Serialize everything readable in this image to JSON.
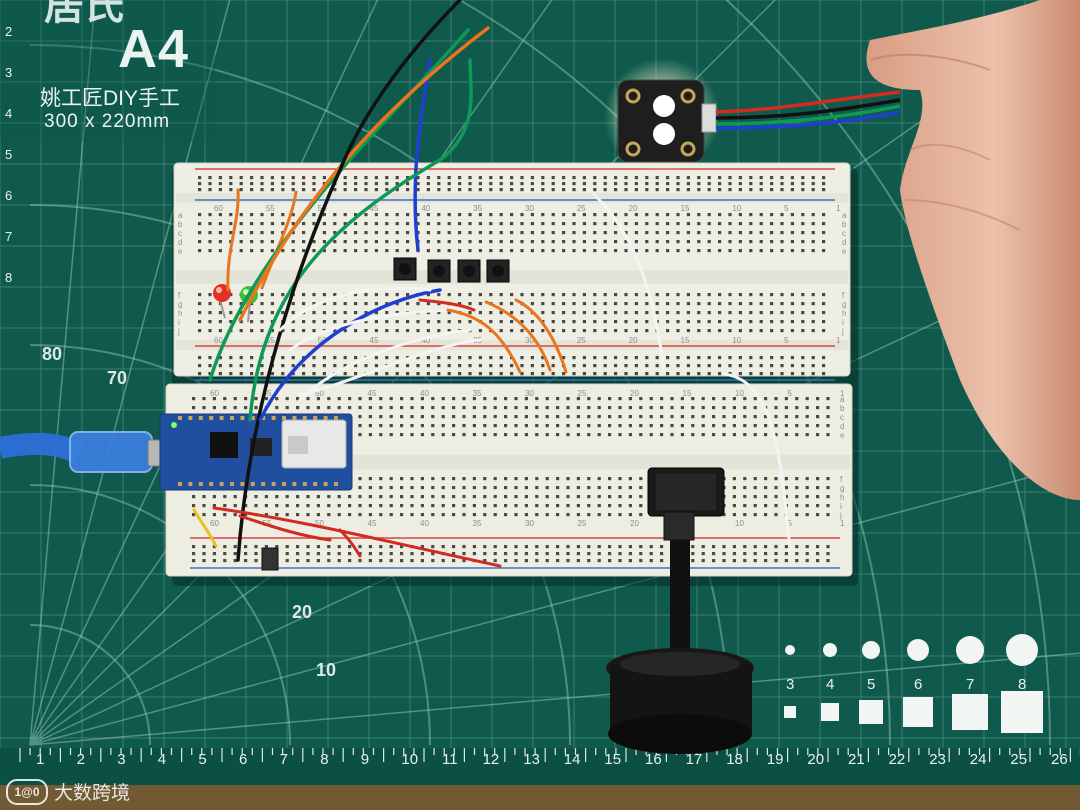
{
  "mat": {
    "brand_top": "居氏",
    "brand_large": "A4",
    "brand_sub": "姚工匠DIY手工",
    "brand_size": "300 x 220mm",
    "degree_labels": [
      "80",
      "70",
      "20",
      "10"
    ],
    "side_numbers": [
      "2",
      "3",
      "4",
      "5",
      "6",
      "7",
      "8"
    ],
    "ruler_numbers": [
      "1",
      "2",
      "3",
      "4",
      "5",
      "6",
      "7",
      "8",
      "9",
      "10",
      "11",
      "12",
      "13",
      "14",
      "15",
      "16",
      "17",
      "18",
      "19",
      "20",
      "21",
      "22",
      "23",
      "24",
      "25",
      "26"
    ],
    "hole_sizes": [
      "3",
      "4",
      "5",
      "6",
      "7",
      "8"
    ]
  },
  "breadboard": {
    "upper_numbers": [
      "60",
      "55",
      "50",
      "45",
      "40",
      "35",
      "30",
      "25",
      "20",
      "15",
      "10",
      "5",
      "1"
    ],
    "lower_numbers": [
      "60",
      "55",
      "50",
      "45",
      "40",
      "35",
      "30",
      "25",
      "20",
      "15",
      "10",
      "5",
      "1"
    ],
    "row_letters_top": [
      "a",
      "b",
      "c",
      "d",
      "e"
    ],
    "row_letters_bottom": [
      "f",
      "g",
      "h",
      "i",
      "j"
    ]
  },
  "watermark": {
    "logo": "1@0",
    "text": "大数跨境"
  },
  "colors": {
    "mat": "#0f5a4c",
    "mat_lines": "#8fc3b4",
    "breadboard": "#eeeee4",
    "rail_red": "#d8463f",
    "rail_blue": "#3c73c4",
    "arduino_blue": "#1f4f9e",
    "usb_cable": "#2d6fd8",
    "wire_orange": "#e9751e",
    "wire_green": "#0e9a55",
    "wire_blue": "#1f3fd0",
    "wire_black": "#111111",
    "wire_white": "#f4f4f4",
    "wire_red": "#d22b20",
    "wire_yellow": "#e7c21f",
    "led_red": "#e23223",
    "led_green": "#3fbf2f",
    "skin": "#e8b9a2",
    "knob": "#141414"
  }
}
